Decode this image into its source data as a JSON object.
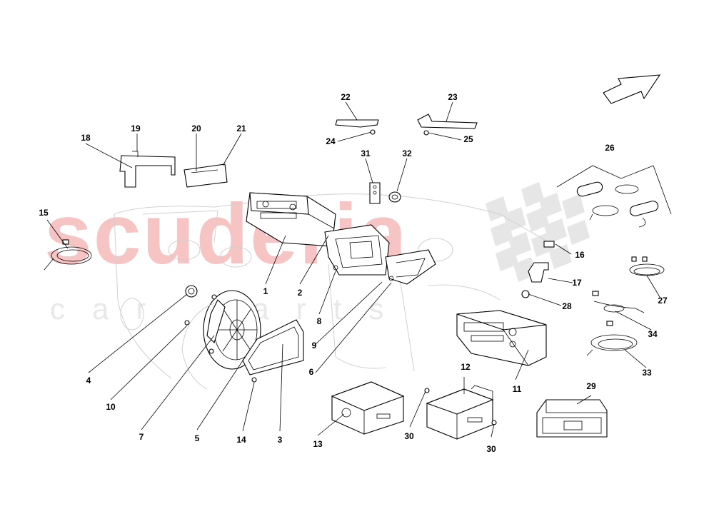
{
  "watermark": {
    "brand": "scuderia",
    "tagline": "car parts"
  },
  "callouts": [
    {
      "id": "1",
      "text": "1"
    },
    {
      "id": "2",
      "text": "2"
    },
    {
      "id": "3",
      "text": "3"
    },
    {
      "id": "4",
      "text": "4"
    },
    {
      "id": "5",
      "text": "5"
    },
    {
      "id": "6",
      "text": "6"
    },
    {
      "id": "7",
      "text": "7"
    },
    {
      "id": "8",
      "text": "8"
    },
    {
      "id": "9",
      "text": "9"
    },
    {
      "id": "10",
      "text": "10"
    },
    {
      "id": "11",
      "text": "11"
    },
    {
      "id": "12",
      "text": "12"
    },
    {
      "id": "13",
      "text": "13"
    },
    {
      "id": "14",
      "text": "14"
    },
    {
      "id": "15",
      "text": "15"
    },
    {
      "id": "16",
      "text": "16"
    },
    {
      "id": "17",
      "text": "17"
    },
    {
      "id": "18",
      "text": "18"
    },
    {
      "id": "19",
      "text": "19"
    },
    {
      "id": "20",
      "text": "20"
    },
    {
      "id": "21",
      "text": "21"
    },
    {
      "id": "22",
      "text": "22"
    },
    {
      "id": "23",
      "text": "23"
    },
    {
      "id": "24",
      "text": "24"
    },
    {
      "id": "25",
      "text": "25"
    },
    {
      "id": "26",
      "text": "26"
    },
    {
      "id": "27",
      "text": "27"
    },
    {
      "id": "28",
      "text": "28"
    },
    {
      "id": "29",
      "text": "29"
    },
    {
      "id": "30a",
      "text": "30"
    },
    {
      "id": "30b",
      "text": "30"
    },
    {
      "id": "31",
      "text": "31"
    },
    {
      "id": "32",
      "text": "32"
    },
    {
      "id": "33",
      "text": "33"
    },
    {
      "id": "34",
      "text": "34"
    }
  ],
  "icons": {
    "direction": "direction-arrow-icon",
    "flag": "checkered-flag-icon"
  },
  "colors": {
    "line": "#000000",
    "watermark_brand": "#f7c4c4",
    "watermark_tagline": "#e8e8e8",
    "ghost_outline": "#d0d0d0",
    "checker": "#e6e6e6"
  }
}
